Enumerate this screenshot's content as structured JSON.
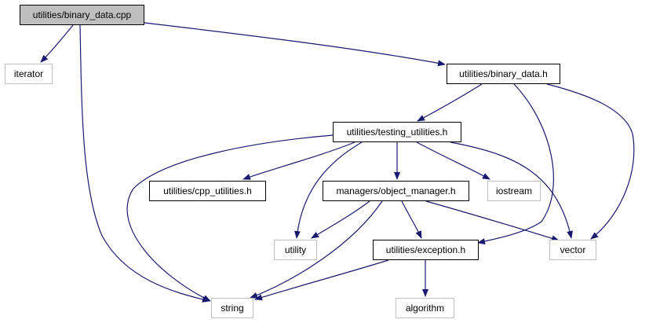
{
  "diagram": {
    "edge_color": "#191970",
    "nodes": {
      "binary_data_cpp": {
        "label": "utilities/binary_data.cpp",
        "kind": "current"
      },
      "iterator": {
        "label": "iterator",
        "kind": "external"
      },
      "binary_data_h": {
        "label": "utilities/binary_data.h",
        "kind": "documented"
      },
      "testing_utilities_h": {
        "label": "utilities/testing_utilities.h",
        "kind": "documented"
      },
      "cpp_utilities_h": {
        "label": "utilities/cpp_utilities.h",
        "kind": "documented"
      },
      "object_manager_h": {
        "label": "managers/object_manager.h",
        "kind": "documented"
      },
      "iostream": {
        "label": "iostream",
        "kind": "external"
      },
      "utility": {
        "label": "utility",
        "kind": "external"
      },
      "exception_h": {
        "label": "utilities/exception.h",
        "kind": "documented"
      },
      "vector": {
        "label": "vector",
        "kind": "external"
      },
      "string": {
        "label": "string",
        "kind": "external"
      },
      "algorithm": {
        "label": "algorithm",
        "kind": "external"
      }
    },
    "edges": [
      {
        "from": "binary_data_cpp",
        "to": "iterator"
      },
      {
        "from": "binary_data_cpp",
        "to": "string"
      },
      {
        "from": "binary_data_cpp",
        "to": "binary_data_h"
      },
      {
        "from": "binary_data_h",
        "to": "testing_utilities_h"
      },
      {
        "from": "binary_data_h",
        "to": "exception_h"
      },
      {
        "from": "binary_data_h",
        "to": "vector"
      },
      {
        "from": "testing_utilities_h",
        "to": "string"
      },
      {
        "from": "testing_utilities_h",
        "to": "cpp_utilities_h"
      },
      {
        "from": "testing_utilities_h",
        "to": "utility"
      },
      {
        "from": "testing_utilities_h",
        "to": "object_manager_h"
      },
      {
        "from": "testing_utilities_h",
        "to": "iostream"
      },
      {
        "from": "testing_utilities_h",
        "to": "vector"
      },
      {
        "from": "object_manager_h",
        "to": "utility"
      },
      {
        "from": "object_manager_h",
        "to": "string"
      },
      {
        "from": "object_manager_h",
        "to": "exception_h"
      },
      {
        "from": "object_manager_h",
        "to": "vector"
      },
      {
        "from": "exception_h",
        "to": "string"
      },
      {
        "from": "exception_h",
        "to": "algorithm"
      }
    ]
  }
}
